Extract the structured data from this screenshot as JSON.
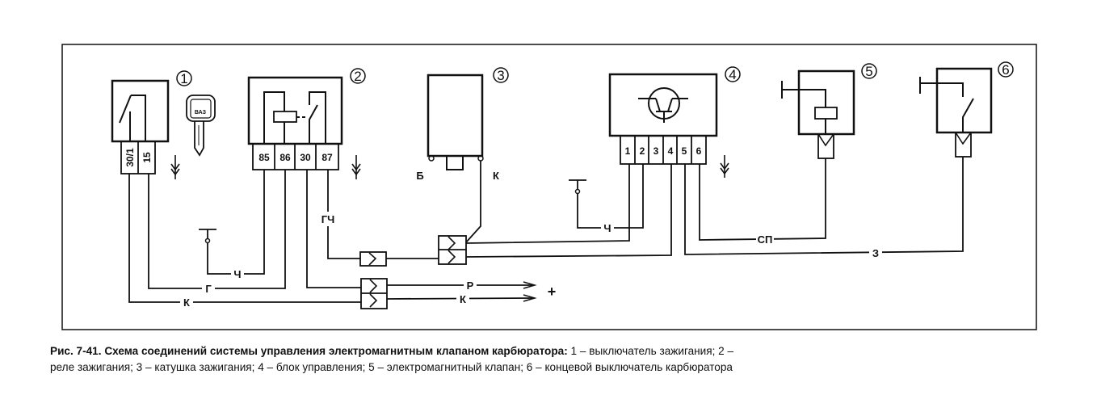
{
  "figure": {
    "number_label": "Рис. 7-41.",
    "title": "Схема соединений системы управления электромагнитным клапаном карбюратора:",
    "legend_line1": "1 – выключатель зажигания; 2 –",
    "legend_line2": "реле зажигания; 3 – катушка зажигания; 4 – блок управления; 5 – электромагнитный клапан; 6 – концевой выключатель карбюратора"
  },
  "components": [
    {
      "number": "1",
      "name": "выключатель зажигания",
      "terminals": [
        "30/1",
        "15"
      ],
      "key_text": "ВАЗ"
    },
    {
      "number": "2",
      "name": "реле зажигания",
      "terminals": [
        "85",
        "86",
        "30",
        "87"
      ]
    },
    {
      "number": "3",
      "name": "катушка зажигания",
      "terminals": [
        "Б",
        "К"
      ]
    },
    {
      "number": "4",
      "name": "блок управления",
      "terminals": [
        "1",
        "2",
        "3",
        "4",
        "5",
        "6"
      ]
    },
    {
      "number": "5",
      "name": "электромагнитный клапан"
    },
    {
      "number": "6",
      "name": "концевой выключатель карбюратора"
    }
  ],
  "wire_labels": {
    "relay85_ground": "Ч",
    "switch15_relay86": "Г",
    "switch30_out": "К",
    "relay87": "ГЧ",
    "relay30_out": "Р",
    "unit2_ground": "Ч",
    "unit6_valve": "СП",
    "unit5_limit": "З",
    "plus": "+"
  },
  "colors": {
    "ink": "#111111",
    "paper": "#ffffff"
  }
}
